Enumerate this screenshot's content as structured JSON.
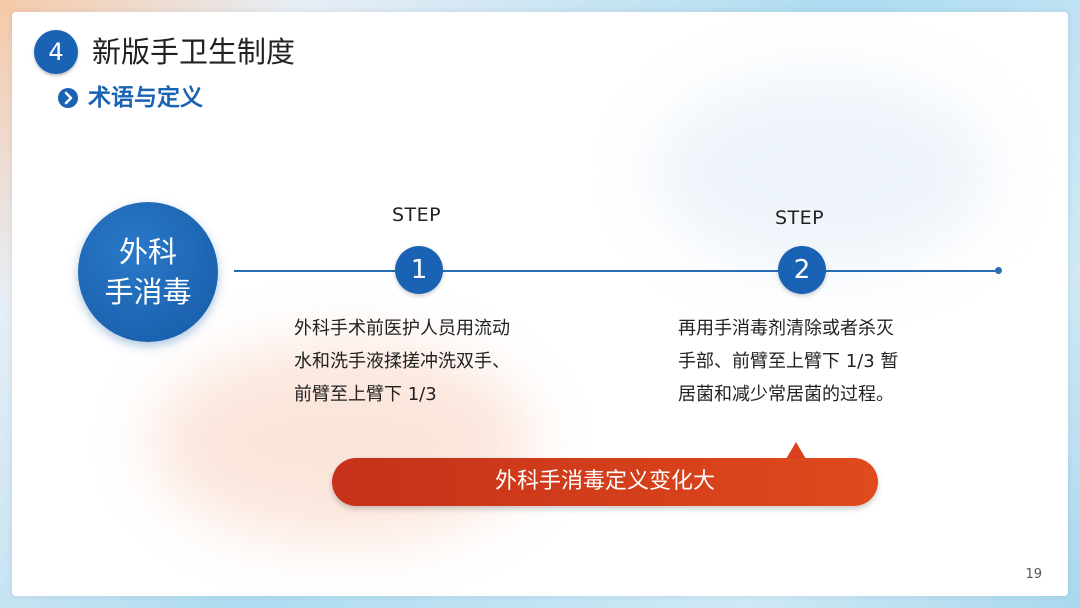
{
  "header": {
    "section_number": "4",
    "title": "新版手卫生制度",
    "subtitle": "术语与定义"
  },
  "main_topic": {
    "line1": "外科",
    "line2": "手消毒"
  },
  "steps": [
    {
      "label": "STEP",
      "number": "1",
      "lines": [
        "外科手术前医护人员用流动",
        "水和洗手液揉搓冲洗双手、",
        "前臂至上臂下 1/3"
      ]
    },
    {
      "label": "STEP",
      "number": "2",
      "lines": [
        "再用手消毒剂清除或者杀灭",
        "手部、前臂至上臂下 1/3 暂",
        "居菌和减少常居菌的过程。"
      ]
    }
  ],
  "callout": "外科手消毒定义变化大",
  "page_number": "19",
  "colors": {
    "primary_blue": "#1a63b4",
    "callout_red": "#d9421c"
  }
}
